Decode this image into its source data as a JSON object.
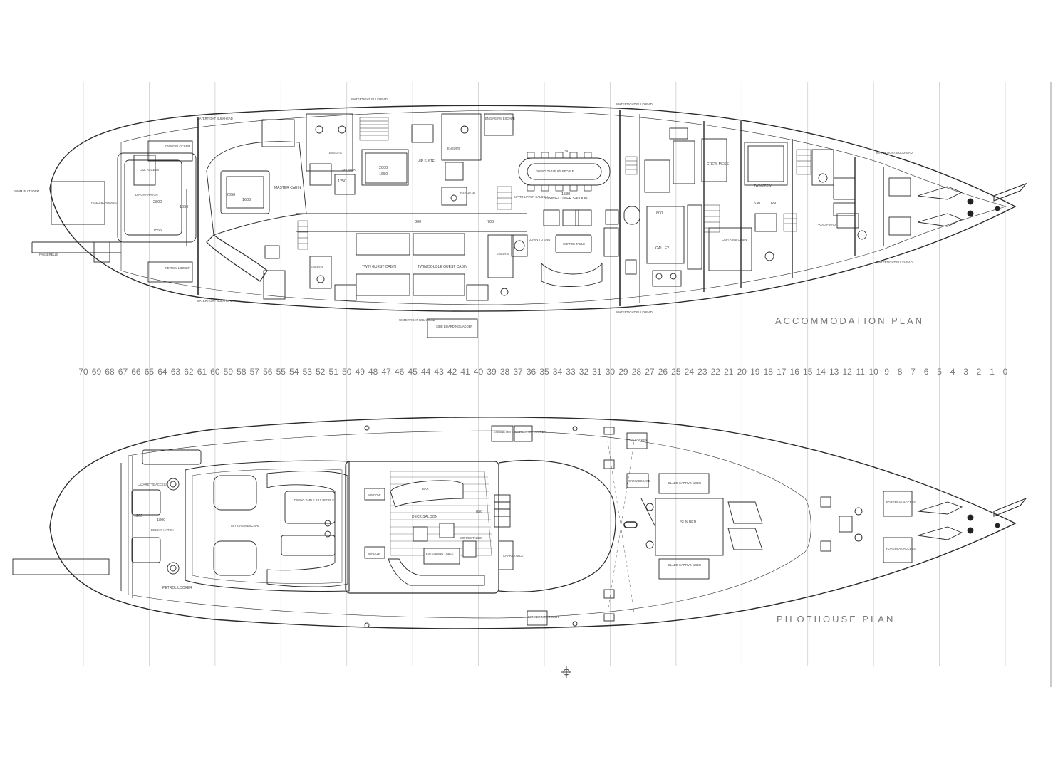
{
  "plans": {
    "accommodation": {
      "title": "ACCOMMODATION PLAN",
      "labels": {
        "swim_platform": "SWIM PLATFORM",
        "fixed_boarding": "FIXED BOARDING",
        "passerelle": "PASSERELLE",
        "laz_access": "LAZ. ACCESS",
        "owner_locker": "OWNER LOCKER",
        "dinghy_hatch": "DINGHY HATCH",
        "petrol_locker": "PETROL LOCKER",
        "wt_bulkhead_a1": "WATERTIGHT BULKHEAD",
        "wt_bulkhead_a2": "WATERTIGHT BULKHEAD",
        "wt_bulkhead_b1": "WATERTIGHT BULKHEAD",
        "wt_bulkhead_b2": "WATERTIGHT BULKHEAD",
        "wt_bulkhead_c1": "WATERTIGHT BULKHEAD",
        "wt_bulkhead_c2": "WATERTIGHT BULKHEAD",
        "wt_bulkhead_d1": "WATERTIGHT BULKHEAD",
        "wt_bulkhead_d2": "WATERTIGHT BULKHEAD",
        "master_cabin": "MASTER CABIN",
        "ensuite_master": "ENSUITE",
        "ensuite_port": "ENSUITE",
        "ensuite_vip": "ENSUITE",
        "ensuite_stbd": "ENSUITE",
        "shower": "SHOWER",
        "vip_suite": "VIP SUITE",
        "day_head": "DAY HEAD",
        "twin_guest_cabin": "TWIN GUEST CABIN",
        "twin_double_guest_cabin": "TWIN/DOUBLE GUEST CABIN",
        "engine_rm_escape": "ENGINE RM ESCAPE",
        "lower_saloon": "DINING/LOWER SALOON",
        "dining_table": "DINING TABLE 6/8 PEOPLE",
        "coffee_table": "COFFEE TABLE",
        "up_to_upper_saloon": "UP TO UPPER SALOON",
        "down_to_engine": "DOWN TO ENG",
        "galley": "GALLEY",
        "crew_mess": "CREW MESS",
        "captains_cabin": "CAPTAIN'S CABIN",
        "twin_crew_a": "TWIN CREW",
        "twin_crew_b": "TWIN CREW",
        "side_boarding_ladder": "SIDE BOARDING LADDER",
        "dim_2800": "2800",
        "dim_1650a": "1650",
        "dim_1555": "1555",
        "dim_2050": "2050",
        "dim_1600": "1600",
        "dim_2000": "2000",
        "dim_1650b": "1650",
        "dim_1250": "1250",
        "dim_750": "750",
        "dim_1530": "1530",
        "dim_800a": "800",
        "dim_700": "700",
        "dim_800b": "800",
        "dim_530": "530",
        "dim_650": "650"
      }
    },
    "pilothouse": {
      "title": "PILOTHOUSE PLAN",
      "labels": {
        "lazarette_access": "LAZARETTE ACCESS",
        "dinghy_hatch": "DINGHY HATCH",
        "dim_1800a": "1800",
        "dim_1800b": "1800",
        "petrol_locker": "PETROL LOCKER",
        "aft_cabin_escape": "AFT CABIN ESCAPE",
        "dining_table": "DINING TABLE 8-10 PEOPLE",
        "window_top": "WINDOW",
        "window_bottom": "WINDOW",
        "bar": "BAR",
        "deck_saloon": "DECK SALOON",
        "coffee_table": "COFFEE TABLE",
        "extending_table": "EXTENDING TABLE",
        "chart_table": "CHART TABLE",
        "engine_rm_escape": "ENGINE RM ESCAPE",
        "bunkering_locker_top": "BUNKERING LOCKER",
        "bunkering_locker_bottom": "BUNKERING LOCKER",
        "gas_locker": "GAS LOCKER",
        "crew_escape": "CREW ESCAPE",
        "blade_winch_top": "BLADE CAPTIVE WINCH",
        "blade_winch_bottom": "BLADE CAPTIVE WINCH",
        "sun_bed": "SUN BED",
        "forepeak_access_top": "FOREPEAK ACCESS",
        "forepeak_access_bottom": "FOREPEAK ACCESS",
        "dim_850": "850"
      }
    }
  },
  "frame_numbers": [
    "70",
    "69",
    "68",
    "67",
    "66",
    "65",
    "64",
    "63",
    "62",
    "61",
    "60",
    "59",
    "58",
    "57",
    "56",
    "55",
    "54",
    "53",
    "52",
    "51",
    "50",
    "49",
    "48",
    "47",
    "46",
    "45",
    "44",
    "43",
    "42",
    "41",
    "40",
    "39",
    "38",
    "37",
    "36",
    "35",
    "34",
    "33",
    "32",
    "31",
    "30",
    "29",
    "28",
    "27",
    "26",
    "25",
    "24",
    "23",
    "22",
    "21",
    "20",
    "19",
    "18",
    "17",
    "16",
    "15",
    "14",
    "13",
    "12",
    "11",
    "10",
    "9",
    "8",
    "7",
    "6",
    "5",
    "4",
    "3",
    "2",
    "1",
    "0"
  ],
  "colors": {
    "line": "#2a2a2a",
    "grid": "#c8c8c8",
    "text": "#555555",
    "title": "#777777"
  },
  "icons": {
    "compass_rose": "north-arrow-icon"
  }
}
